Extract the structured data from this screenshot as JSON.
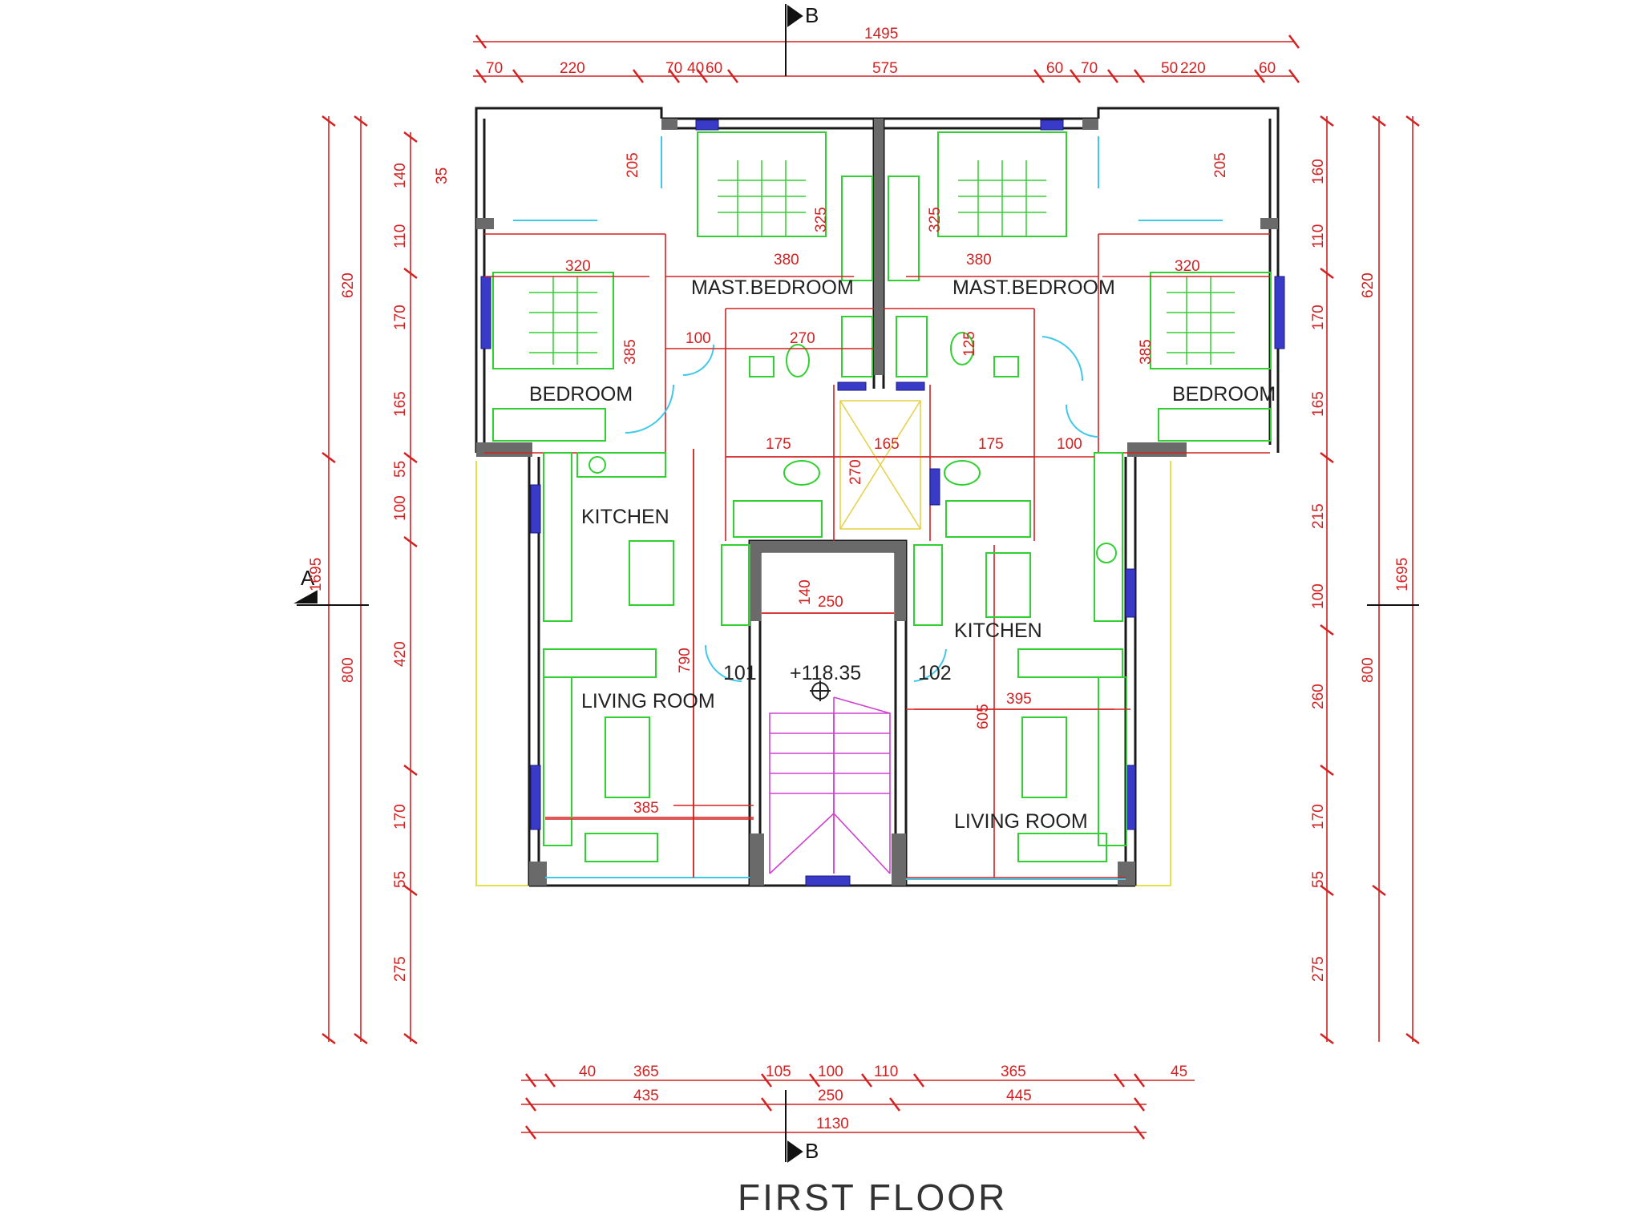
{
  "title": "FIRST FLOOR",
  "section_marks": {
    "b_top": "B",
    "b_bottom": "B",
    "a_left": "A"
  },
  "rooms": {
    "mast_bedroom_left": "MAST.BEDROOM",
    "mast_bedroom_right": "MAST.BEDROOM",
    "bedroom_left": "BEDROOM",
    "bedroom_right": "BEDROOM",
    "kitchen_left": "KITCHEN",
    "kitchen_right": "KITCHEN",
    "living_left": "LIVING ROOM",
    "living_right": "LIVING ROOM"
  },
  "units": {
    "left": "101",
    "right": "102"
  },
  "level": "+118.35",
  "dimensions": {
    "top_total": "1495",
    "top_segments": [
      "70",
      "220",
      "70",
      "40",
      "60",
      "575",
      "60",
      "70",
      "50",
      "220",
      "60"
    ],
    "bottom_row1": [
      "40",
      "365",
      "105",
      "100",
      "110",
      "365",
      "45"
    ],
    "bottom_row2": [
      "435",
      "250",
      "445"
    ],
    "bottom_total": "1130",
    "left_outer": [
      "620",
      "800"
    ],
    "left_mid": [
      "1695"
    ],
    "left_inner": [
      "35",
      "140",
      "110",
      "170",
      "165",
      "55",
      "100",
      "420",
      "170",
      "55",
      "275"
    ],
    "right_inner": [
      "160",
      "110",
      "170",
      "165",
      "215",
      "100",
      "260",
      "170",
      "55",
      "275"
    ],
    "right_outer": [
      "620",
      "800"
    ],
    "right_mid": [
      "1695"
    ],
    "interior": {
      "d205_left": "205",
      "d205_right": "205",
      "d325_left": "325",
      "d325_right": "325",
      "d380_left": "380",
      "d380_right": "380",
      "d320_left": "320",
      "d320_right": "320",
      "d385_left": "385",
      "d385_right": "385",
      "d100_left": "100",
      "d270_top": "270",
      "d125": "125",
      "d175_left": "175",
      "d165": "165",
      "d175_right": "175",
      "d100_right": "100",
      "d270_vert": "270",
      "d140": "140",
      "d250": "250",
      "d790": "790",
      "d605": "605",
      "d395": "395",
      "d385_living": "385"
    }
  }
}
